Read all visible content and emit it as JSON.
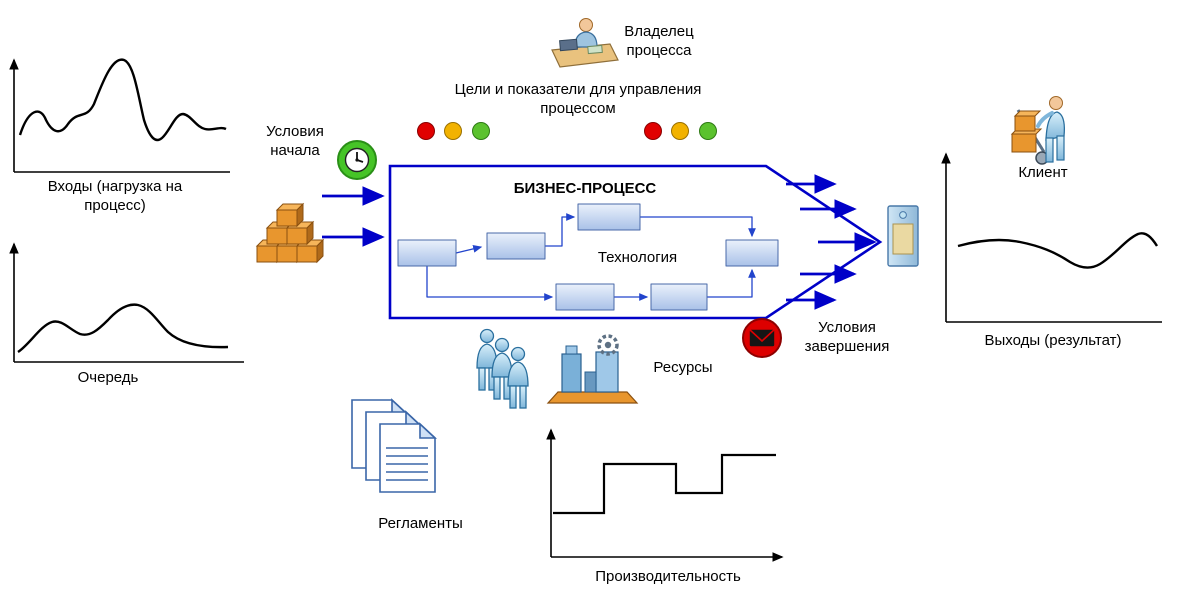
{
  "diagram": {
    "process": {
      "title": "БИЗНЕС-ПРОЦЕСС",
      "technology": "Технология"
    },
    "top": {
      "owner": "Владелец процесса",
      "goals": "Цели и показатели для управления процессом"
    },
    "left": {
      "inputs_chart": "Входы (нагрузка на процесс)",
      "queue_chart": "Очередь",
      "start_conditions": "Условия начала"
    },
    "right": {
      "client": "Клиент",
      "outputs_chart": "Выходы (результат)",
      "end_conditions": "Условия завершения"
    },
    "bottom": {
      "resources": "Ресурсы",
      "regulations": "Регламенты",
      "productivity_chart": "Производительность"
    },
    "indicator_colors": {
      "red": "#e00000",
      "yellow": "#f2b200",
      "green": "#5bc22e"
    },
    "accent_blue": "#0000c8"
  }
}
